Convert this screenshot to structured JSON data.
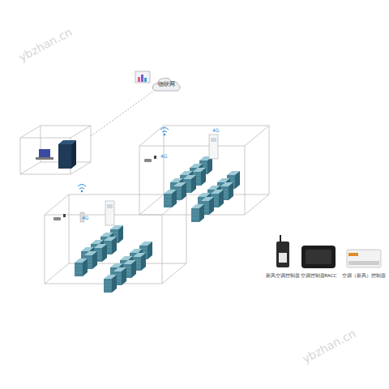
{
  "diagram": {
    "nodes": [
      {
        "text": [
          "物联网"
        ]
      }
    ],
    "labels": [
      "4G",
      "4G",
      "4G",
      "新风空调控制器",
      "空调控制器RACC",
      "空调（新风）控制器",
      "ybzhan.cn",
      "ybzhan.cn"
    ]
  }
}
